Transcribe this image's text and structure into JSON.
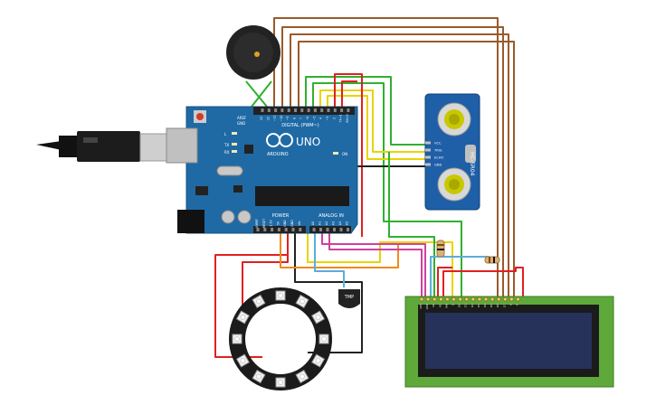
{
  "arduino": {
    "brand": "UNO",
    "logo_text": "ARDUINO",
    "header_label": "DIGITAL (PWM~)",
    "power_label": "POWER",
    "analog_label": "ANALOG IN",
    "aref_label": "AREF",
    "gnd_label": "GND",
    "led_l": "L",
    "led_tx": "TX",
    "led_rx": "RX",
    "led_on": "ON",
    "digital_pins": [
      "13",
      "12",
      "~11",
      "~10",
      "~9",
      "8",
      "7",
      "~6",
      "~5",
      "4",
      "~3",
      "2",
      "TX→1",
      "RX←0"
    ],
    "power_pins": [
      "IOREF",
      "RESET",
      "3.3V",
      "5V",
      "GND",
      "GND",
      "Vin"
    ],
    "analog_pins": [
      "A0",
      "A1",
      "A2",
      "A3",
      "A4",
      "A5"
    ]
  },
  "ultrasonic": {
    "model": "HC-SR04",
    "pins": [
      "VCC",
      "TRIG",
      "ECHO",
      "GND"
    ]
  },
  "lcd": {
    "pins": [
      "VSS",
      "VDD",
      "V0",
      "RS",
      "RW",
      "E",
      "D0",
      "D1",
      "D2",
      "D3",
      "D4",
      "D5",
      "D6",
      "D7",
      "A",
      "K"
    ]
  },
  "temp_sensor": {
    "label": "TMP"
  },
  "colors": {
    "board": "#1f6aa5",
    "wire_red": "#e02020",
    "wire_black": "#222222",
    "wire_green": "#2fb02f",
    "wire_yellow": "#e8d400",
    "wire_brown": "#9a5a2a",
    "wire_blue": "#5aaedc",
    "wire_pink": "#d040a0",
    "wire_orange": "#f08a1c",
    "lcd_pcb": "#5fa83a",
    "lcd_screen": "#26325a",
    "neopixel": "#1b1b1b"
  }
}
